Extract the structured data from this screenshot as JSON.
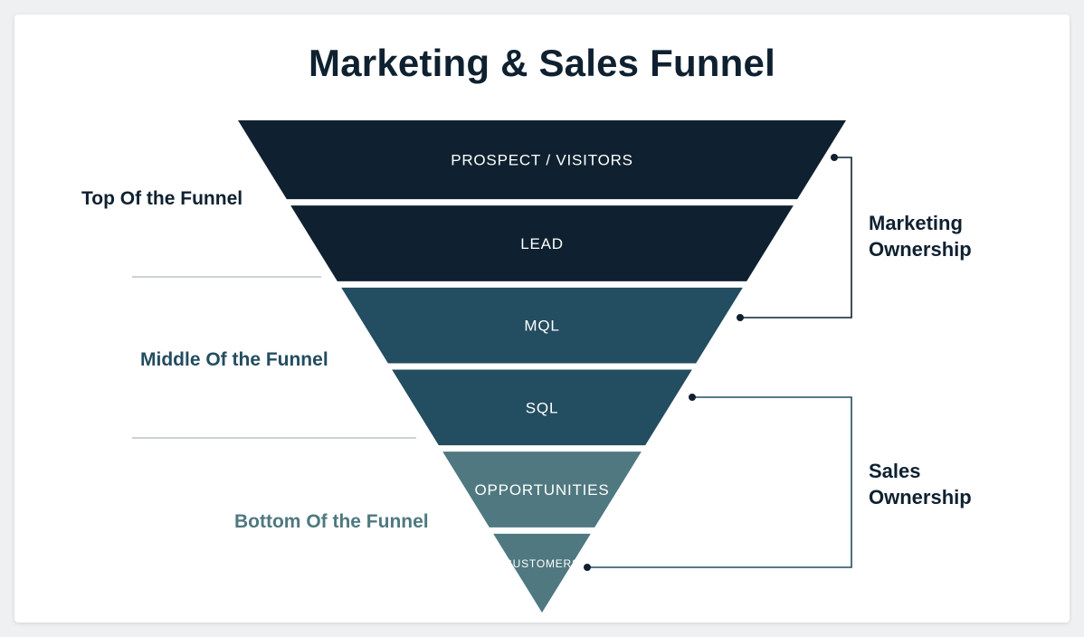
{
  "title": "Marketing & Sales Funnel",
  "stages": [
    {
      "label": "PROSPECT / VISITORS",
      "color": "#0f2130"
    },
    {
      "label": "LEAD",
      "color": "#0f2130"
    },
    {
      "label": "MQL",
      "color": "#234d60"
    },
    {
      "label": "SQL",
      "color": "#234d60"
    },
    {
      "label": "OPPORTUNITIES",
      "color": "#4f7880"
    },
    {
      "label": "CUSTOMERS",
      "color": "#4f7880"
    }
  ],
  "sections": {
    "top": {
      "label": "Top Of the Funnel",
      "color": "#0f2130"
    },
    "middle": {
      "label": "Middle Of the Funnel",
      "color": "#234d60"
    },
    "bottom": {
      "label": "Bottom Of the Funnel",
      "color": "#4f7880"
    }
  },
  "ownership": {
    "marketing": {
      "line1": "Marketing",
      "line2": "Ownership"
    },
    "sales": {
      "line1": "Sales",
      "line2": "Ownership"
    }
  }
}
